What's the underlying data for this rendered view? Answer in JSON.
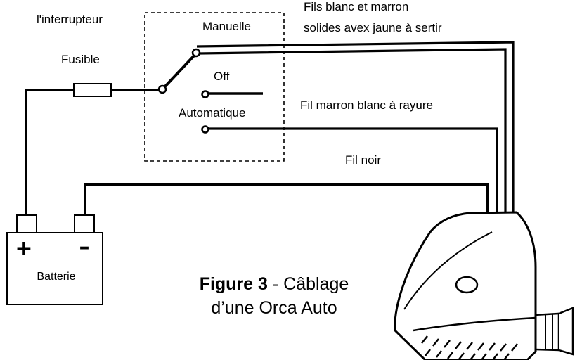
{
  "labels": {
    "switch": "l'interrupteur",
    "fuse": "Fusible",
    "manual": "Manuelle",
    "off": "Off",
    "automatic": "Automatique",
    "wires_white_brown_line1": "Fils blanc et marron",
    "wires_white_brown_line2": "solides avex jaune à sertir",
    "wire_brown_white_striped": "Fil marron blanc à rayure",
    "wire_black": "Fil noir",
    "battery": "Batterie",
    "plus_sign": "+",
    "minus_sign": "–"
  },
  "caption": {
    "figure_number": "Figure 3",
    "line1_rest": " - Câblage",
    "line2": "d’une Orca Auto"
  }
}
